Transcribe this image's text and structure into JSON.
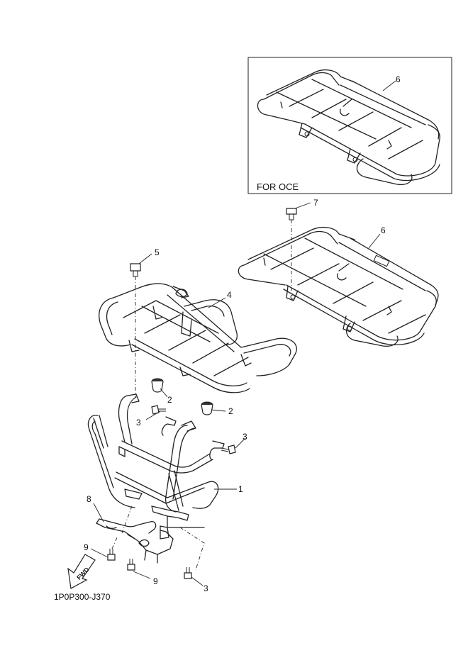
{
  "diagram": {
    "inset_label": "FOR OCE",
    "drawing_code": "1P0P300-J370",
    "fwd_label": "FWD",
    "callouts": {
      "c1": "1",
      "c2a": "2",
      "c2b": "2",
      "c3a": "3",
      "c3b": "3",
      "c3c": "3",
      "c4": "4",
      "c5": "5",
      "c6a": "6",
      "c6b": "6",
      "c7": "7",
      "c8": "8",
      "c9a": "9",
      "c9b": "9"
    }
  }
}
